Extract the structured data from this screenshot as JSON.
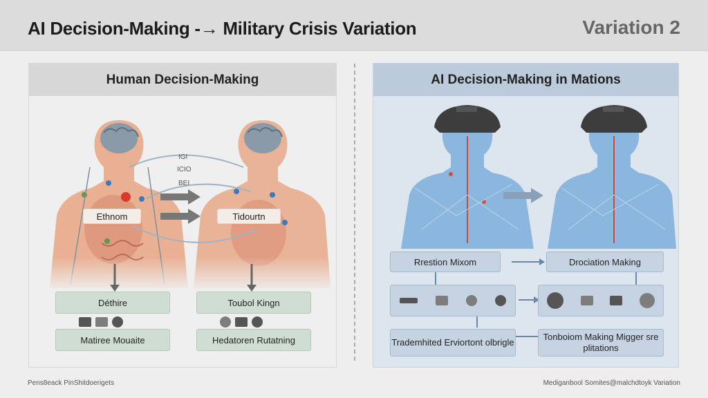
{
  "header": {
    "title": "AI Decision-Making -→ Military Crisis Variation",
    "variation": "Variation 2"
  },
  "left_panel": {
    "heading": "Human Decision-Making",
    "body_labels": [
      "Ethnom",
      "Tidourtn"
    ],
    "arrow_labels": [
      "IGI",
      "ICIO",
      "BEI"
    ],
    "boxes": [
      "Déthire",
      "Toubol Kingn",
      "Matiree Mouaite",
      "Hedatoren Rutatning"
    ]
  },
  "right_panel": {
    "heading": "AI Decision-Making in Mations",
    "boxes": [
      "Rrestion Mixom",
      "Drociation Making",
      "Trademhited Erviortont olbrigle",
      "Tonboiom Making Migger sre plitations"
    ]
  },
  "footer": {
    "left": "Pens8eack PinShitdoerigets",
    "right": "Mediganbool Somites@malchdtoyk Variation"
  },
  "colors": {
    "header_bg": "#dcdcdc",
    "left_panel_bg": "#efefef",
    "right_panel_bg": "#dde5ee",
    "left_box": "#cfddd2",
    "right_box": "#c5d3e2",
    "body_skin": "#e8a888",
    "ai_body": "#6fa6d8"
  }
}
